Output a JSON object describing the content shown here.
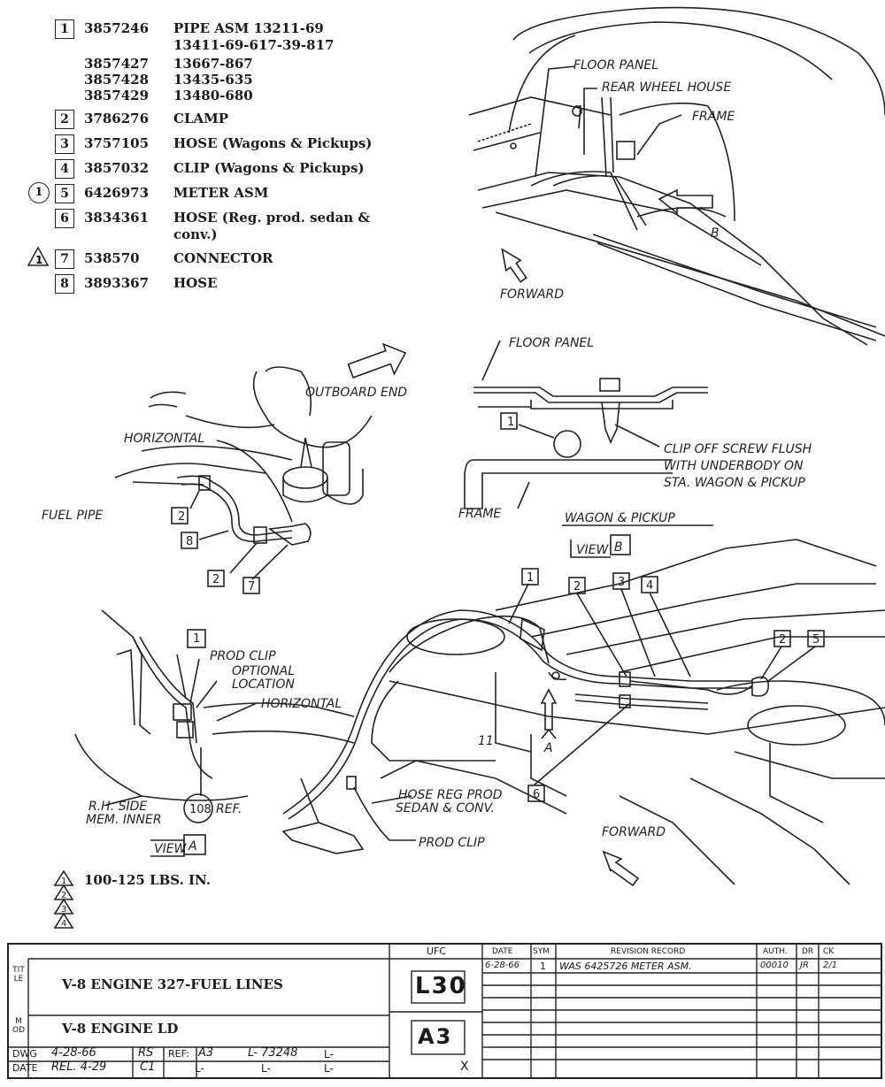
{
  "parts": [
    {
      "key": "1",
      "part_no": "3857246",
      "desc": "PIPE ASM 13211-69",
      "desc2": "13411-69-617-39-817"
    },
    {
      "key": "",
      "part_no": "3857427",
      "desc": "13667-867",
      "desc2": ""
    },
    {
      "key": "",
      "part_no": "3857428",
      "desc": "13435-635",
      "desc2": ""
    },
    {
      "key": "",
      "part_no": "3857429",
      "desc": "13480-680",
      "desc2": ""
    },
    {
      "key": "2",
      "part_no": "3786276",
      "desc": "CLAMP",
      "desc2": ""
    },
    {
      "key": "3",
      "part_no": "3757105",
      "desc": "HOSE (Wagons & Pickups)",
      "desc2": ""
    },
    {
      "key": "4",
      "part_no": "3857032",
      "desc": "CLIP (Wagons & Pickups)",
      "desc2": ""
    },
    {
      "key": "5",
      "part_no": "6426973",
      "desc": "METER ASM",
      "desc2": "",
      "circle": "1"
    },
    {
      "key": "6",
      "part_no": "3834361",
      "desc": "HOSE (Reg. prod. sedan &",
      "desc2": "conv.)"
    },
    {
      "key": "7",
      "part_no": "538570",
      "desc": "CONNECTOR",
      "desc2": "",
      "triangle": "1"
    },
    {
      "key": "8",
      "part_no": "3893367",
      "desc": "HOSE",
      "desc2": ""
    }
  ],
  "labels": {
    "floor_panel": "FLOOR PANEL",
    "rear_wheel_house": "REAR WHEEL HOUSE",
    "frame": "FRAME",
    "b_arrow": "B",
    "forward_top": "FORWARD",
    "floor_panel_2": "FLOOR PANEL",
    "clip_note_1": "CLIP OFF SCREW FLUSH",
    "clip_note_2": "WITH UNDERBODY ON",
    "clip_note_3": "STA. WAGON & PICKUP",
    "frame_2": "FRAME",
    "wagon_pickup": "WAGON & PICKUP",
    "view_b": "VIEW",
    "view_b_letter": "B",
    "outboard_end": "OUTBOARD END",
    "horizontal": "HORIZONTAL",
    "fuel_pipe": "FUEL PIPE",
    "prod_clip": "PROD CLIP",
    "optional_1": "OPTIONAL",
    "optional_2": "LOCATION",
    "horizontal_2": "HORIZONTAL",
    "rh_side_1": "R.H. SIDE",
    "rh_side_2": "MEM. INNER",
    "ref_num": "108",
    "ref": "REF.",
    "view_a": "VIEW",
    "view_a_letter": "A",
    "a_arrow": "A",
    "hose_reg_1": "HOSE REG PROD",
    "hose_reg_2": "SEDAN & CONV.",
    "prod_clip_2": "PROD CLIP",
    "forward_bottom": "FORWARD",
    "eleven": "11"
  },
  "torque": {
    "value": "100-125 LBS. IN.",
    "marks": [
      "1",
      "2",
      "3",
      "4"
    ]
  },
  "title_block": {
    "title_side": "TITLE",
    "mod_side": "MOD",
    "title": "V-8 ENGINE 327-FUEL LINES",
    "mod": "V-8 ENGINE LD",
    "ufc_head": "UFC",
    "ufc_code": "L30",
    "ufc_sub": "A3",
    "dwg_label": "DWG",
    "dwg_date": "4-28-66",
    "dwg_by": "RS",
    "ref_label": "REF:",
    "ref_val": "A3",
    "l_num": "L- 73248",
    "l_suffix": "L-",
    "date_label": "DATE",
    "rel": "REL. 4-29",
    "rel_code": "C1",
    "l_a": "L-",
    "l_b": "L-",
    "l_c": "L-",
    "x_mark": "X",
    "rev_headers": [
      "DATE",
      "SYM",
      "REVISION RECORD",
      "AUTH.",
      "DR",
      "CK"
    ],
    "rev_row": {
      "date": "6-28-66",
      "sym": "1",
      "record": "WAS 6425726 METER ASM.",
      "auth": "00010",
      "dr": "JR",
      "ck": "2/1"
    }
  }
}
